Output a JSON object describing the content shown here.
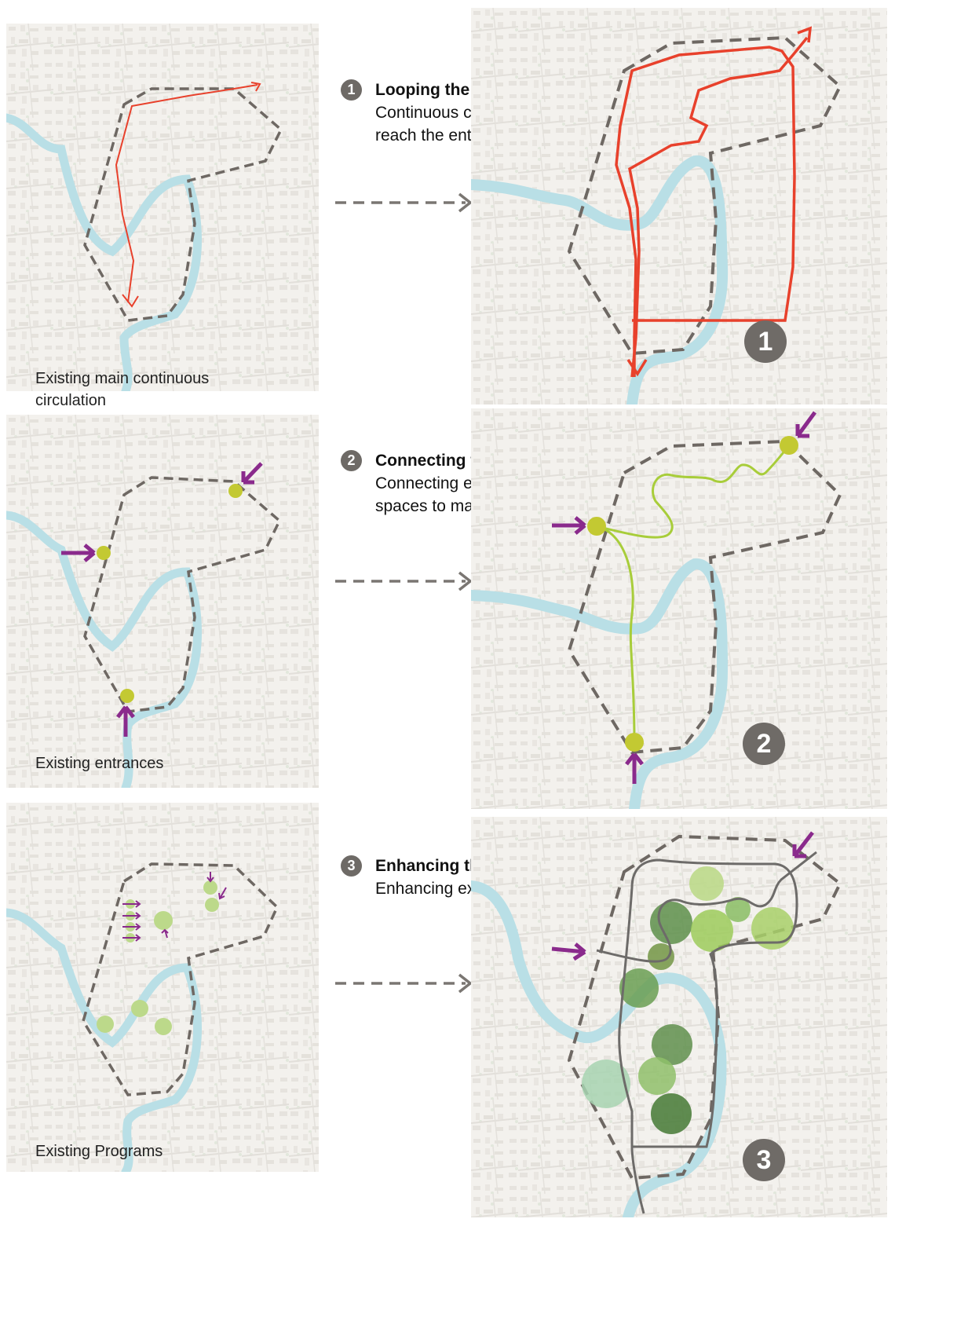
{
  "panels": [
    {
      "left_caption": "Existing main continuous\ncirculation",
      "step_number": "1",
      "step_title": "Looping the potential",
      "step_description": "Continuous circulation to reach the entire site",
      "badge": "1"
    },
    {
      "left_caption": "Existing entrances",
      "step_number": "2",
      "step_title": "Connecting the potential",
      "step_description": "Connecting existing entrance spaces to make ease of access",
      "badge": "2"
    },
    {
      "left_caption": "Existing Programs",
      "step_number": "3",
      "step_title": "Enhancing the potential",
      "step_description": "Enhancing existing programs",
      "badge": "3"
    }
  ],
  "colors": {
    "map_background": "#f1efeb",
    "river": "#b9dfe6",
    "boundary": "#6e6863",
    "circulation": "#e8412c",
    "connection": "#a8cd3a",
    "entrance_node": "#c3c932",
    "entrance_arrow": "#8a2a8c",
    "program_light": "#bcd98a",
    "program_dark": "#5d8f4a",
    "path_gray": "#6d6b69"
  }
}
